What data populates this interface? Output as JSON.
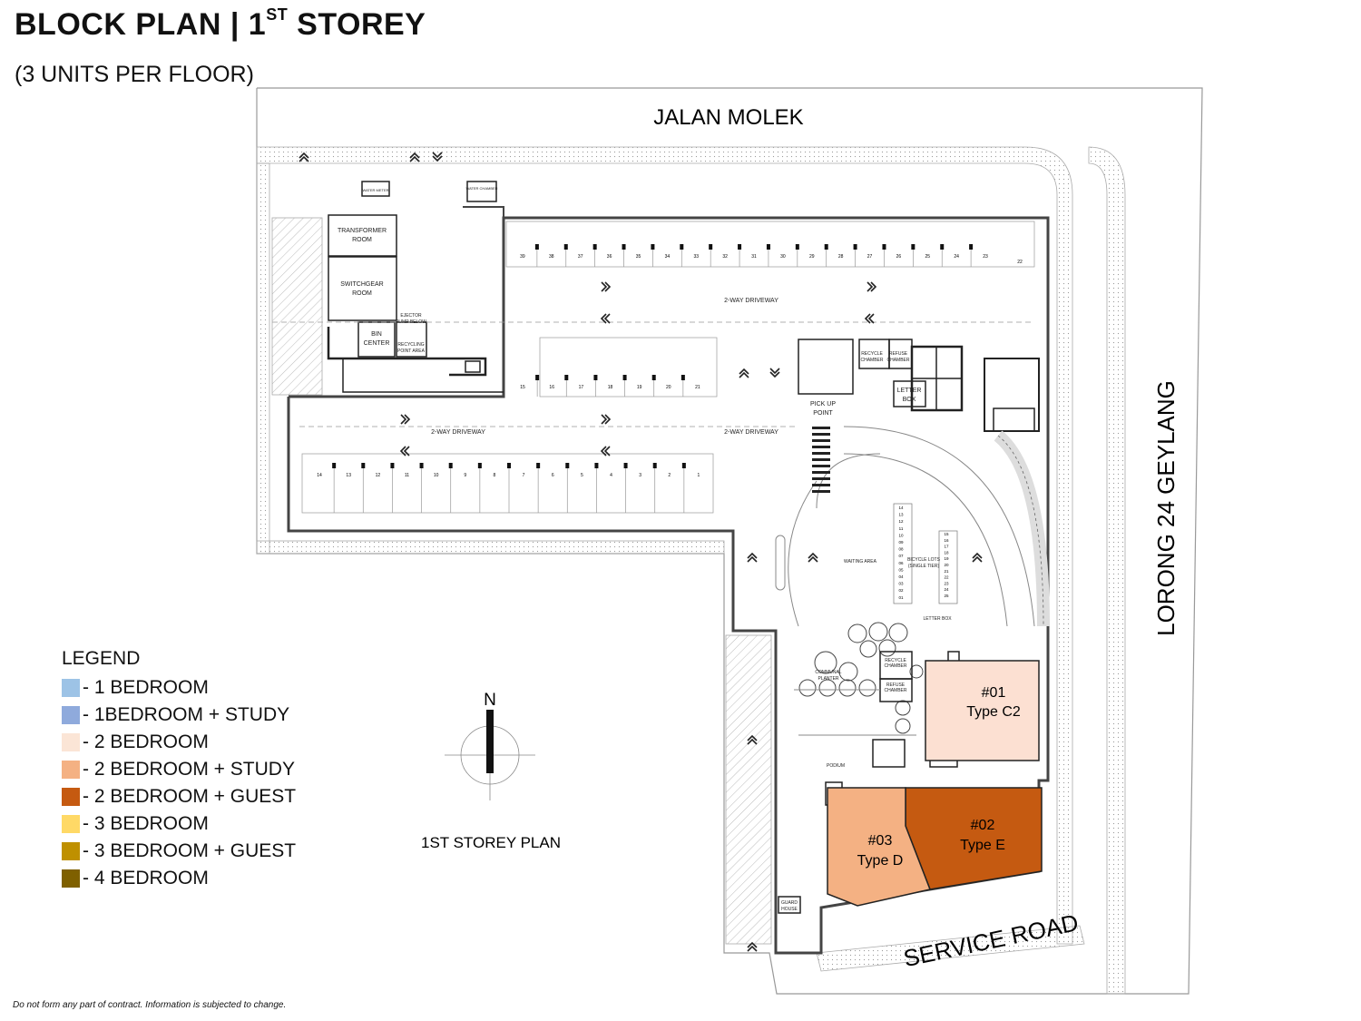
{
  "header": {
    "title_prefix": "BLOCK PLAN | 1",
    "title_sup": "ST",
    "title_suffix": "STOREY",
    "subtitle": "(3 UNITS PER FLOOR)"
  },
  "roads": {
    "north": "JALAN MOLEK",
    "east": "LORONG 24 GEYLANG",
    "south": "SERVICE ROAD"
  },
  "facilities": {
    "water_meter": "WATER METER",
    "water_chamber": "WATER CHAMBER",
    "transformer_1": "TRANSFORMER",
    "transformer_2": "ROOM",
    "switchgear_1": "SWITCHGEAR",
    "switchgear_2": "ROOM",
    "ejector_1": "EJECTOR",
    "ejector_2": "PUMP BELOW",
    "bin_1": "BIN",
    "bin_2": "CENTER",
    "recycling_1": "RECYCLING",
    "recycling_2": "POINT AREA",
    "driveway_top": "2-WAY DRIVEWAY",
    "driveway_mid": "2-WAY DRIVEWAY",
    "driveway_left": "2-WAY DRIVEWAY",
    "recycle_chamber_top_1": "RECYCLE",
    "recycle_chamber_top_2": "CHAMBER",
    "refuse_chamber_top_1": "REFUSE",
    "refuse_chamber_top_2": "CHAMBER",
    "letter_box_1": "LETTER",
    "letter_box_2": "BOX",
    "pickup_1": "PICK UP",
    "pickup_2": "POINT",
    "waiting_area": "WAITING AREA",
    "bicycle_lots_1": "BICYCLE LOTS",
    "bicycle_lots_2": "(SINGLE TIER)",
    "letter_box_small": "LETTER BOX",
    "recycle_chamber_1": "RECYCLE",
    "recycle_chamber_2": "CHAMBER",
    "refuse_chamber_1": "REFUSE",
    "refuse_chamber_2": "CHAMBER",
    "communal_1": "COMMUNAL",
    "communal_2": "PLANTER",
    "podium": "PODIUM",
    "guard_1": "GUARD",
    "guard_2": "HOUSE",
    "plan_label": "1ST STOREY PLAN",
    "north_letter": "N"
  },
  "parking": {
    "top_row": [
      "39",
      "38",
      "37",
      "36",
      "35",
      "34",
      "33",
      "32",
      "31",
      "30",
      "29",
      "28",
      "27",
      "26",
      "25",
      "24",
      "23"
    ],
    "lot_22": "22",
    "mid_row": [
      "15",
      "16",
      "17",
      "18",
      "19",
      "20",
      "21"
    ],
    "bottom_row": [
      "14",
      "13",
      "12",
      "11",
      "10",
      "9",
      "8",
      "7",
      "6",
      "5",
      "4",
      "3",
      "2",
      "1"
    ],
    "bicycle_left": [
      "14",
      "13",
      "12",
      "11",
      "10",
      "09",
      "08",
      "07",
      "06",
      "05",
      "04",
      "03",
      "02",
      "01"
    ],
    "bicycle_right": [
      "15",
      "16",
      "17",
      "18",
      "19",
      "20",
      "21",
      "22",
      "23",
      "24",
      "25"
    ]
  },
  "units": [
    {
      "id": "#01",
      "type": "Type C2",
      "color": "#FCE0D2"
    },
    {
      "id": "#02",
      "type": "Type E",
      "color": "#C55A11"
    },
    {
      "id": "#03",
      "type": "Type D",
      "color": "#F4B183"
    }
  ],
  "legend": {
    "title": "LEGEND",
    "items": [
      {
        "label": "- 1 BEDROOM",
        "color": "#9DC3E6"
      },
      {
        "label": "- 1BEDROOM + STUDY",
        "color": "#8FAADC"
      },
      {
        "label": "- 2 BEDROOM",
        "color": "#FBE5D6"
      },
      {
        "label": "- 2 BEDROOM + STUDY",
        "color": "#F4B183"
      },
      {
        "label": "- 2 BEDROOM + GUEST",
        "color": "#C55A11"
      },
      {
        "label": "- 3 BEDROOM",
        "color": "#FFD966"
      },
      {
        "label": "- 3 BEDROOM + GUEST",
        "color": "#BF9000"
      },
      {
        "label": "- 4 BEDROOM",
        "color": "#7F6000"
      }
    ]
  },
  "footer": "Do not form any part of contract. Information is subjected to change."
}
